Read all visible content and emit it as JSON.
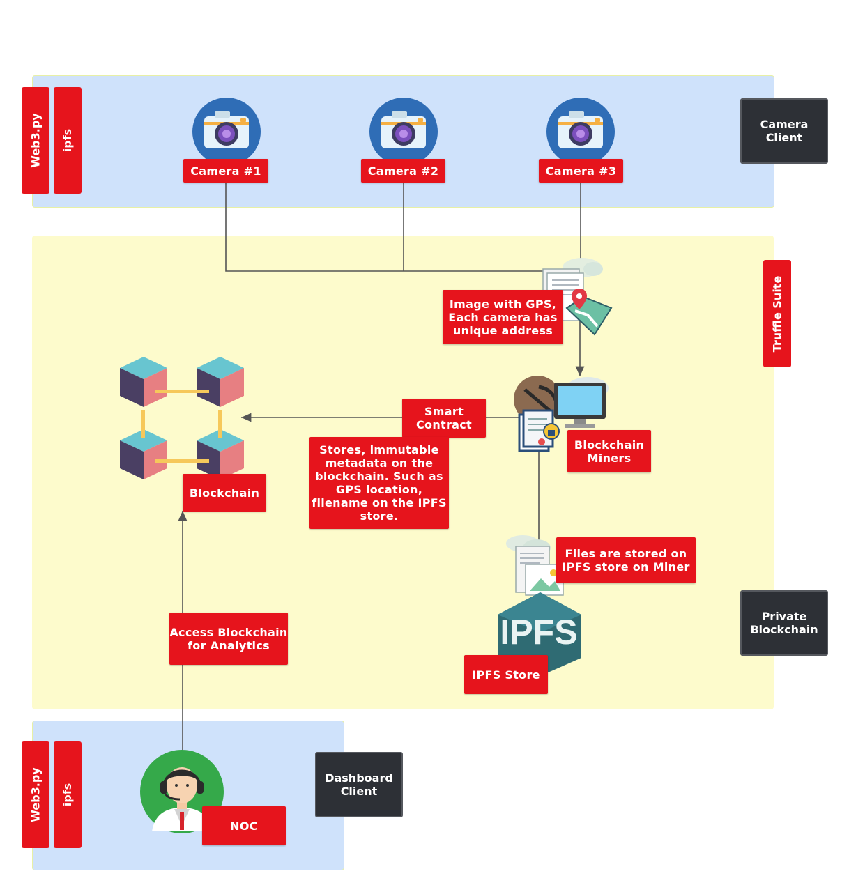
{
  "zones": {
    "camera_client": "Camera\nClient",
    "private_blockchain": "Private\nBlockchain",
    "dashboard_client": "Dashboard\nClient",
    "truffle_suite": "Truffle Suite"
  },
  "side_tags": {
    "top_web3": "Web3.py",
    "top_ipfs": "ipfs",
    "bottom_web3": "Web3.py",
    "bottom_ipfs": "ipfs"
  },
  "cameras": [
    "Camera #1",
    "Camera #2",
    "Camera #3"
  ],
  "labels": {
    "image_gps": "Image with GPS,\nEach camera has\nunique address",
    "smart_contract": "Smart\nContract",
    "stores_metadata": "Stores, immutable\nmetadata on the\nblockchain. Such as\nGPS location,\nfilename on the IPFS\nstore.",
    "blockchain_miners": "Blockchain\nMiners",
    "blockchain": "Blockchain",
    "files_stored": "Files are stored on\nIPFS store on Miner",
    "ipfs_store": "IPFS Store",
    "access_blockchain": "Access Blockchain\nfor Analytics",
    "noc": "NOC",
    "ipfs_logo_text": "IPFS"
  },
  "colors": {
    "label_red": "#e6141c",
    "dark_box": "#2d3036",
    "blue_zone": "#cfe2fb",
    "yellow_zone": "#fdfbcc",
    "connector": "#555555"
  }
}
